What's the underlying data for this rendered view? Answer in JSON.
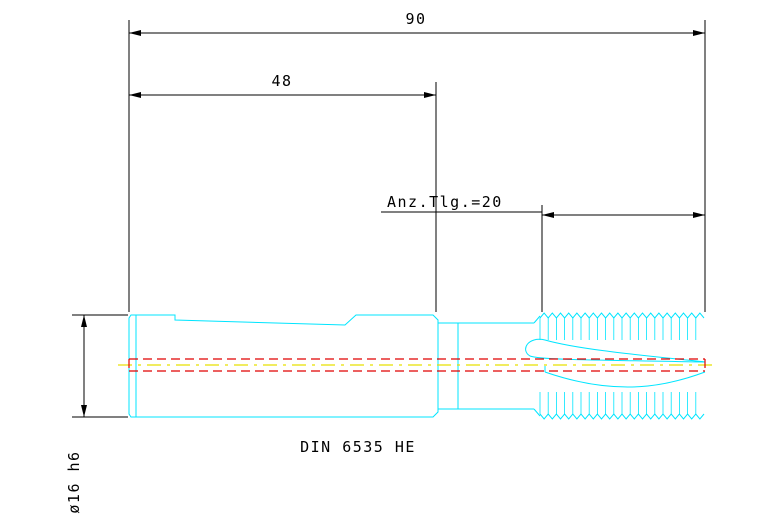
{
  "dimensions": {
    "overall_length": "90",
    "shank_length": "48",
    "thread_label": "Anz.Tlg.=20",
    "diameter_label": "ø16 h6"
  },
  "standard_label": "DIN 6535 HE",
  "colors": {
    "outline": "#00e5ff",
    "dimension_line": "#000000",
    "hidden_line": "#e00000",
    "center_line": "#e8e000",
    "background": "#ffffff"
  }
}
